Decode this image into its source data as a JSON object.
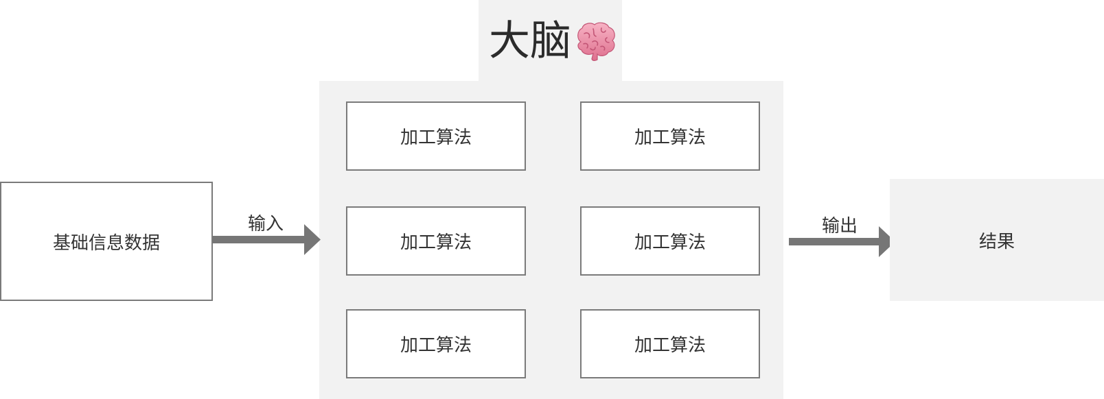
{
  "title": {
    "text": "大脑",
    "icon": "brain-icon"
  },
  "input_box": {
    "label": "基础信息数据"
  },
  "input_arrow": {
    "label": "输入",
    "color": "#767676"
  },
  "algorithms": [
    {
      "label": "加工算法"
    },
    {
      "label": "加工算法"
    },
    {
      "label": "加工算法"
    },
    {
      "label": "加工算法"
    },
    {
      "label": "加工算法"
    },
    {
      "label": "加工算法"
    }
  ],
  "output_arrow": {
    "label": "输出",
    "color": "#767676"
  },
  "result_box": {
    "label": "结果"
  },
  "colors": {
    "panel_background": "#f2f2f2",
    "box_border": "#7a7a7a",
    "text": "#333333",
    "brain_pink": "#f08aa5"
  }
}
